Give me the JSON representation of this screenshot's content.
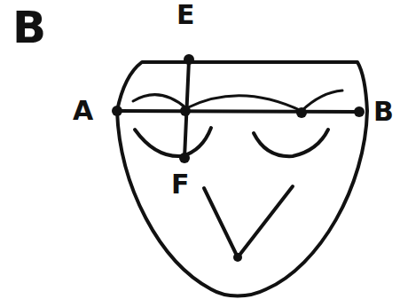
{
  "diagram": {
    "labels": [
      "B",
      "E",
      "A",
      "B",
      "F"
    ]
  }
}
